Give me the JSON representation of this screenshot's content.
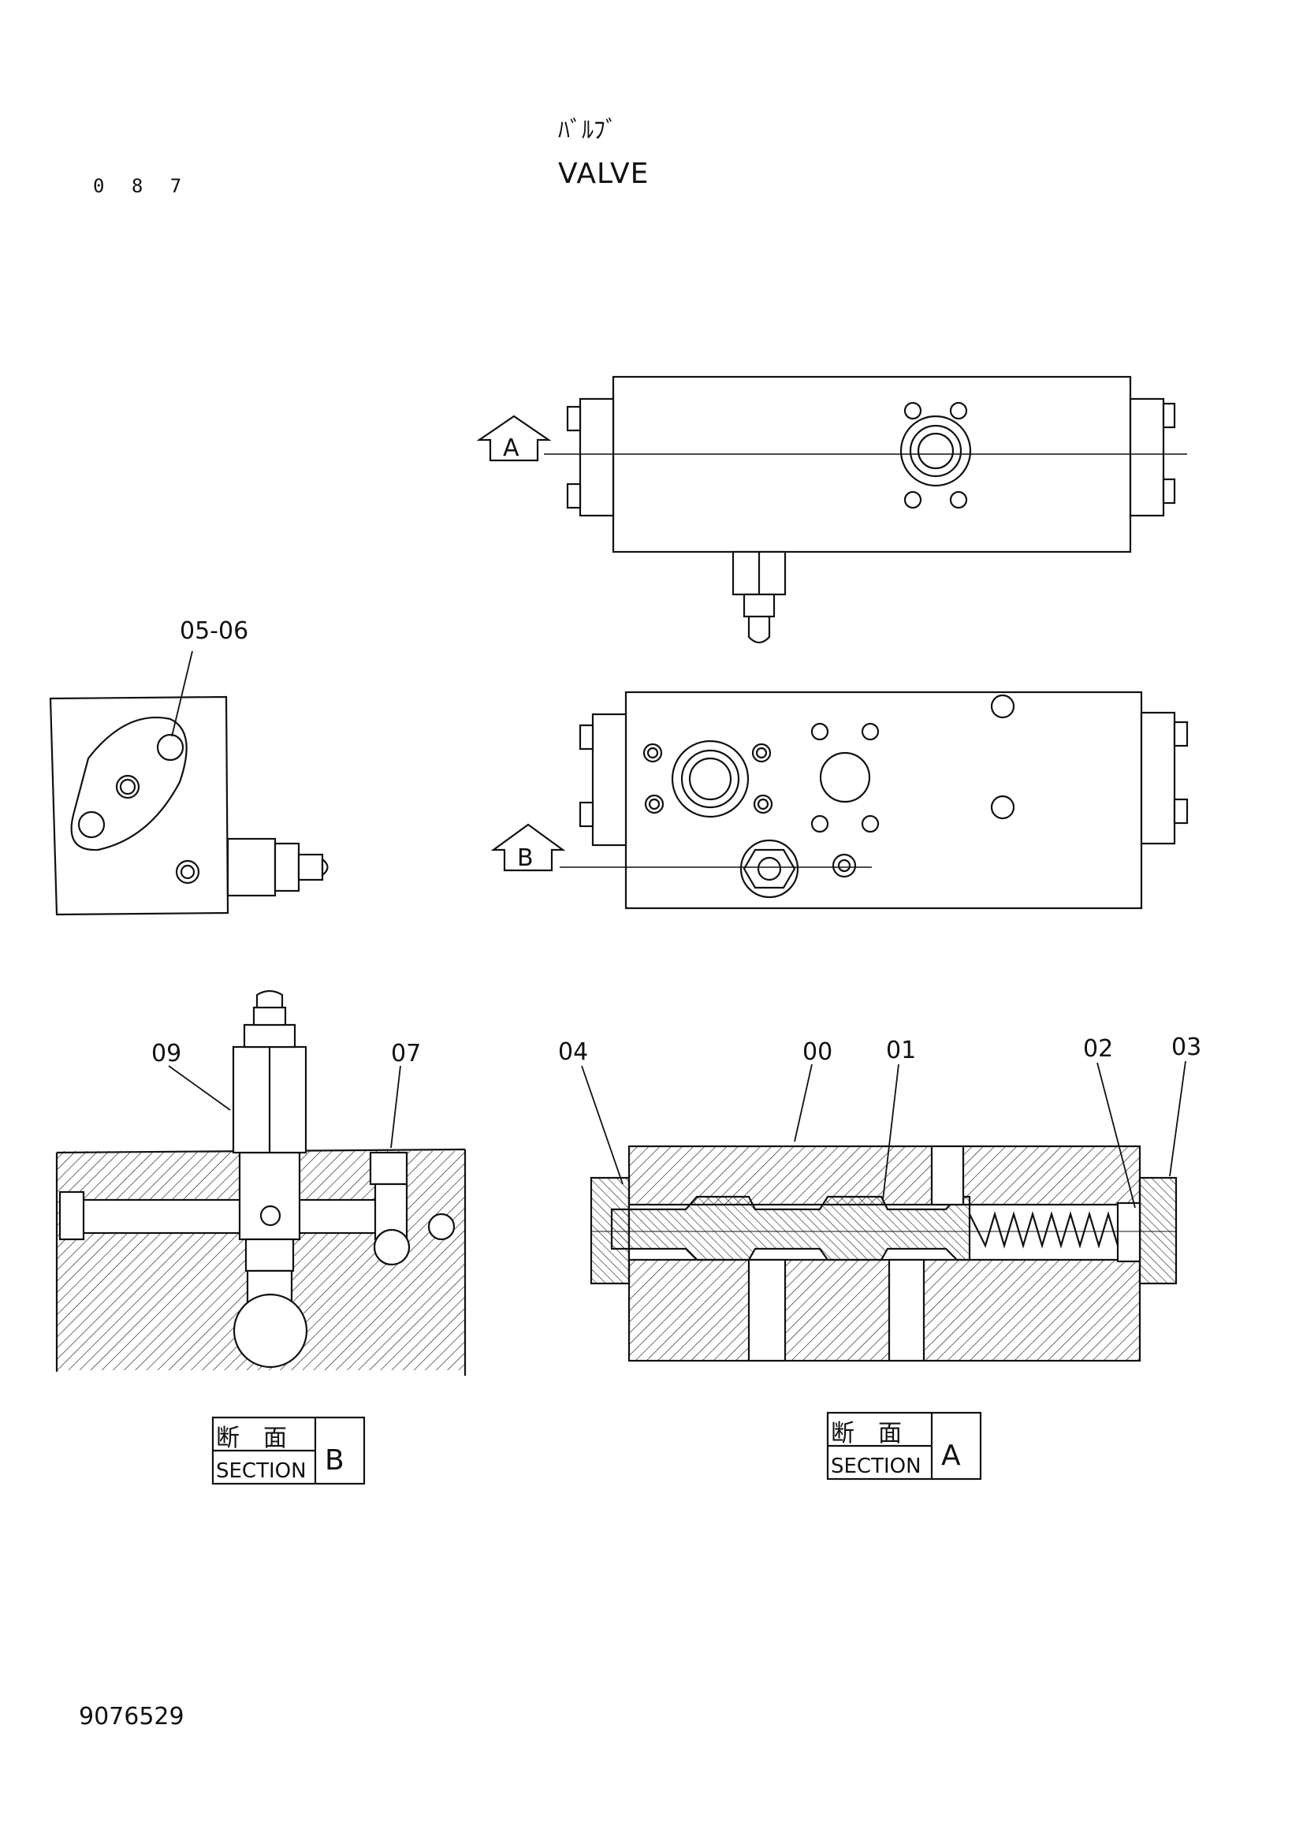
{
  "header": {
    "page_number": "0 8 7",
    "title_jp": "ﾊﾞﾙﾌﾞ",
    "title_en": "VALVE"
  },
  "views": {
    "arrow_a": "A",
    "arrow_b": "B"
  },
  "callouts": {
    "p05_06": "05-06",
    "p09": "09",
    "p07": "07",
    "p04": "04",
    "p00": "00",
    "p01": "01",
    "p02": "02",
    "p03": "03"
  },
  "sections": {
    "b": {
      "jp": "断　面",
      "en": "SECTION",
      "letter": "B"
    },
    "a": {
      "jp": "断　面",
      "en": "SECTION",
      "letter": "A"
    }
  },
  "footer": {
    "doc_id": "9076529"
  }
}
